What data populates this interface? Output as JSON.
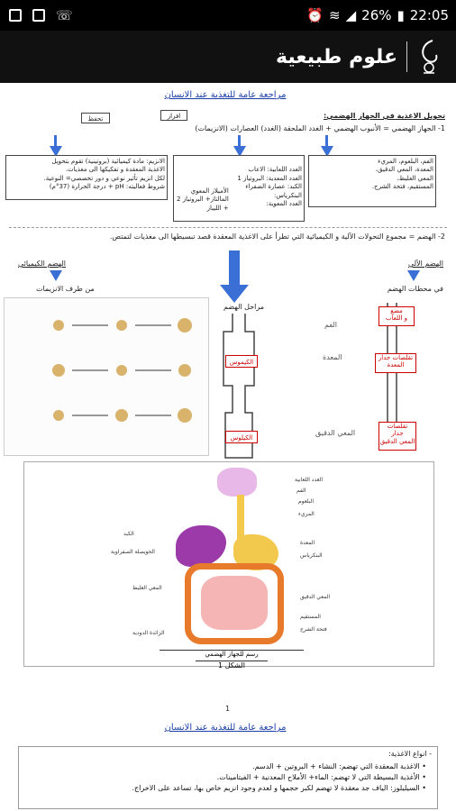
{
  "status_bar": {
    "battery": "26%",
    "time": "22:05"
  },
  "app": {
    "title": "علوم طبيعية"
  },
  "page1": {
    "header": "مراجعة عامة للتغذية عند الانسان",
    "section1_title": "تحويل الاغذية في الجهاز الهضمي:",
    "section1_line": "1- الجهاز الهضمي = الأنبوب الهضمي + الغدد الملحقة (الغدد) العصارات (الانزيمات)",
    "tag1": "تحفظ",
    "tag2": "افراز",
    "box_right": "الفم، البلعوم، المريء\nالمعدة، المعي الدقيق،\nالمعي الغليظ،\nالمستقيم، فتحة الشرج.",
    "box_center": "الغدد اللعابية: الاعاب\nالغدد المعدية: البروتياز 1\nالكبد: عصارة الصفراء\nالبنكرياس:\nالغدد المعوية:",
    "box_center_extra": "الأميلاز المعوي\nالمالتاز+ البروتياز 2\n+ الليباز",
    "box_left": "الانزيم: مادة كيميائية (بروتينية) تقوم بتحويل\nالاغذية المعقدة و تفكيكها الى مغذيات.\nلكل انزيم تأثير نوعي و دور تخصصي= النوعية.\nشروط فعاليته: pH + درجة الحرارة (37°م)",
    "section2": "2- الهضم = مجموع التحولات الآلية و الكيميائية التي تطرأ على الاغذية المعقدة قصد تبسيطها الى مغذيات لتمتص.",
    "mech_title": "الهضم الآلي",
    "mech_sub": "في محطات الهضم",
    "chem_title": "الهضم الكيميائي",
    "chem_sub": "من طرف الانزيمات",
    "stages_label": "مراحل الهضم",
    "mouth_label": "الفم",
    "stomach_label": "المعدة",
    "intestine_label": "المعي الدقيق",
    "chyme": "الكيموس",
    "chyle": "الكيلوس",
    "red1": "مضغ\nو اللعاب",
    "red2": "تقلصات جدار\nالمعدة",
    "red3": "تقلصات\nجدار\nالمعي الدقيق",
    "fig_caption": "رسم للجهاز الهضمي",
    "fig_label": "الشكل 1",
    "page_num": "1",
    "organ_labels": {
      "mouth": "الفم",
      "salivary": "الغدد اللعابية",
      "pharynx": "البلعوم",
      "esophagus": "المريء",
      "stomach": "المعدة",
      "liver": "الكبد",
      "gallbladder": "الحويصلة الصفراوية",
      "pancreas": "البنكرياس",
      "small_intestine": "المعي الدقيق",
      "large_intestine": "المعي الغليظ",
      "appendix": "الزائدة الدودية",
      "rectum": "المستقيم",
      "anus": "فتحة الشرج"
    }
  },
  "page2": {
    "header": "مراجعة عامة للتغذية عند الانسان",
    "title": "- انواع الاغذية:",
    "items": [
      "الاغذية المعقدة التي تهضم: النشاء + البروتين + الدسم.",
      "الأغذية البسيطة التي لا تهضم: الماء+ الأملاح المعدنية + الفيتامينات.",
      "السيليلوز: الياف جد معقدة لا تهضم لكبر حجمها و لعدم وجود انزيم خاص بها، تساعد على الاخراج."
    ]
  }
}
